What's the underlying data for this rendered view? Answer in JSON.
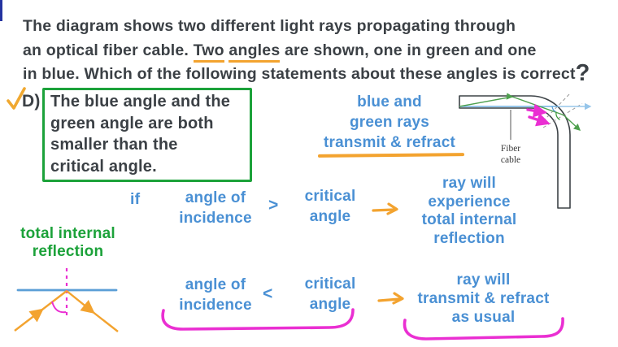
{
  "colors": {
    "ink": "#3b4045",
    "hand_blue": "#4a90d4",
    "hand_green": "#1ca23a",
    "orange": "#f3a32f",
    "magenta": "#ea2fd2",
    "ray_blue": "#6fb0e0",
    "ray_blue_exit": "#97c6ea",
    "ray_green": "#4ea04e",
    "cable_outline": "#3d4347",
    "normal_dash": "#9a9a9a",
    "corner_mark": "#2433a0"
  },
  "question": {
    "line1": "The diagram shows two different light rays propagating through",
    "line2_pre": "an optical fiber cable.",
    "line2_u1": "Two",
    "line2_u2": "angles",
    "line2_post": "are shown, one in green and one",
    "line3": "in blue. Which of the following statements about these angles is correct",
    "question_mark": "?"
  },
  "answer": {
    "label": "D)",
    "text": "The blue angle and the\ngreen angle are both\nsmaller than the\ncritical angle."
  },
  "blue_note": {
    "text": "blue and\ngreen rays",
    "underlined_text": "transmit & refract"
  },
  "fiber_diagram": {
    "label_line1": "Fiber",
    "label_line2": "cable"
  },
  "tir": {
    "label": "total internal\nreflection"
  },
  "rules": {
    "if_label": "if",
    "row1": {
      "lhs": "angle of\nincidence",
      "op": ">",
      "rhs": "critical\nangle",
      "result": "ray will\nexperience\ntotal internal\nreflection"
    },
    "row2": {
      "lhs": "angle of\nincidence",
      "op": "<",
      "rhs": "critical\nangle",
      "result": "ray will\ntransmit & refract\nas usual"
    }
  }
}
